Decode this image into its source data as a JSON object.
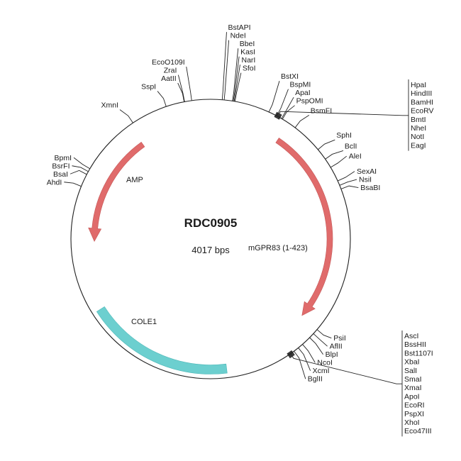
{
  "plasmid": {
    "name": "RDC0905",
    "length_label": "4017 bps",
    "length_bp": 4017
  },
  "features": [
    {
      "id": "amp",
      "label": "AMP",
      "color": "#e06b6b",
      "kind": "arrow",
      "start": 3620,
      "end": 3000
    },
    {
      "id": "mgpr83",
      "label": "mGPR83 (1-423)",
      "color": "#e06b6b",
      "kind": "arrow",
      "start": 380,
      "end": 1450
    },
    {
      "id": "cole1",
      "label": "COLE1",
      "color": "#6ccfcf",
      "kind": "box",
      "start": 1930,
      "end": 2650
    }
  ],
  "sites": [
    {
      "name": "BstAPI",
      "bp": 53
    },
    {
      "name": "NdeI",
      "bp": 62
    },
    {
      "name": "BbeI",
      "bp": 100
    },
    {
      "name": "KasI",
      "bp": 104
    },
    {
      "name": "NarI",
      "bp": 108
    },
    {
      "name": "SfoI",
      "bp": 112
    },
    {
      "name": "BstXI",
      "bp": 275
    },
    {
      "name": "BspMI",
      "bp": 315
    },
    {
      "name": "ApaI",
      "bp": 340
    },
    {
      "name": "PspOMI",
      "bp": 345
    },
    {
      "name": "BsmFI",
      "bp": 415
    },
    {
      "name": "SphI",
      "bp": 560
    },
    {
      "name": "BclI",
      "bp": 615
    },
    {
      "name": "AleI",
      "bp": 660
    },
    {
      "name": "SexAI",
      "bp": 730
    },
    {
      "name": "NsiI",
      "bp": 752
    },
    {
      "name": "BsaBI",
      "bp": 770
    },
    {
      "name": "PsiI",
      "bp": 1455
    },
    {
      "name": "AflII",
      "bp": 1480
    },
    {
      "name": "BlpI",
      "bp": 1505
    },
    {
      "name": "NcoI",
      "bp": 1550
    },
    {
      "name": "XcmI",
      "bp": 1575
    },
    {
      "name": "BglII",
      "bp": 1600
    },
    {
      "name": "AhdI",
      "bp": 3260
    },
    {
      "name": "BsaI",
      "bp": 3320
    },
    {
      "name": "BsrFI",
      "bp": 3335
    },
    {
      "name": "BpmI",
      "bp": 3350
    },
    {
      "name": "XmnI",
      "bp": 3640
    },
    {
      "name": "SspI",
      "bp": 3810
    },
    {
      "name": "AatII",
      "bp": 3895
    },
    {
      "name": "ZraI",
      "bp": 3897
    },
    {
      "name": "EcoO109I",
      "bp": 3930
    }
  ],
  "cluster_top": {
    "bp": 320,
    "names": [
      "HpaI",
      "HindIII",
      "BamHI",
      "EcoRV",
      "BmtI",
      "NheI",
      "NotI",
      "EagI"
    ]
  },
  "cluster_bottom": {
    "bp": 1620,
    "names": [
      "AscI",
      "BssHII",
      "Bst1107I",
      "XbaI",
      "SalI",
      "SmaI",
      "XmaI",
      "ApoI",
      "EcoRI",
      "PspXI",
      "XhoI",
      "Eco47III"
    ]
  }
}
